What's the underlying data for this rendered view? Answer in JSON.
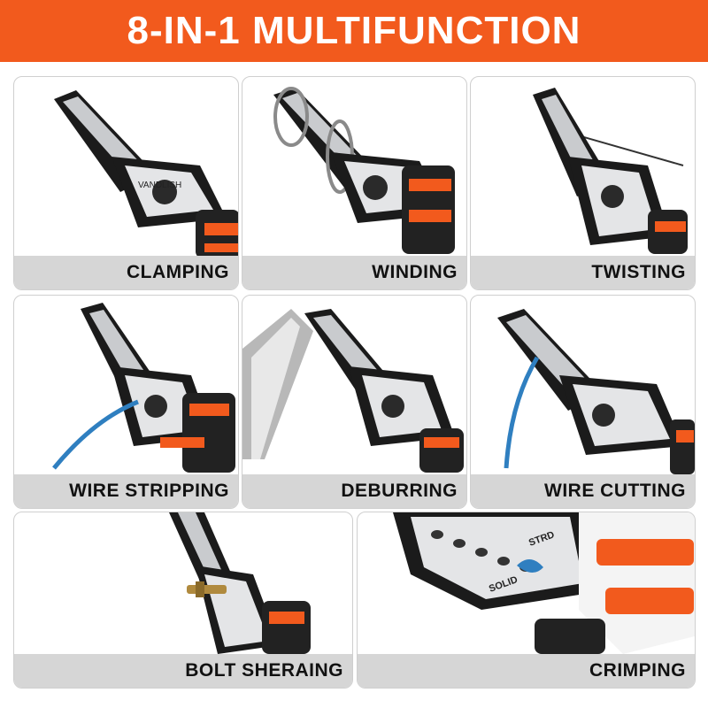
{
  "header": {
    "title": "8-IN-1 MULTIFUNCTION"
  },
  "colors": {
    "accent": "#f25a1d",
    "caption_bg": "#d6d6d6",
    "plier_black": "#1b1b1b",
    "plier_steel": "#c9cbce",
    "wire_blue": "#2f7fc0"
  },
  "tiles": [
    {
      "label": "CLAMPING",
      "icon": "pliers-clamping"
    },
    {
      "label": "WINDING",
      "icon": "pliers-winding"
    },
    {
      "label": "TWISTING",
      "icon": "pliers-twisting"
    },
    {
      "label": "WIRE STRIPPING",
      "icon": "pliers-wire-stripping"
    },
    {
      "label": "DEBURRING",
      "icon": "pliers-deburring"
    },
    {
      "label": "WIRE CUTTING",
      "icon": "pliers-wire-cutting"
    },
    {
      "label": "BOLT SHERAING",
      "icon": "pliers-bolt-shearing"
    },
    {
      "label": "CRIMPING",
      "icon": "pliers-crimping"
    }
  ],
  "tool_markings": {
    "brand": "VANDLISH",
    "solid": "SOLID",
    "strd": "STRD"
  }
}
